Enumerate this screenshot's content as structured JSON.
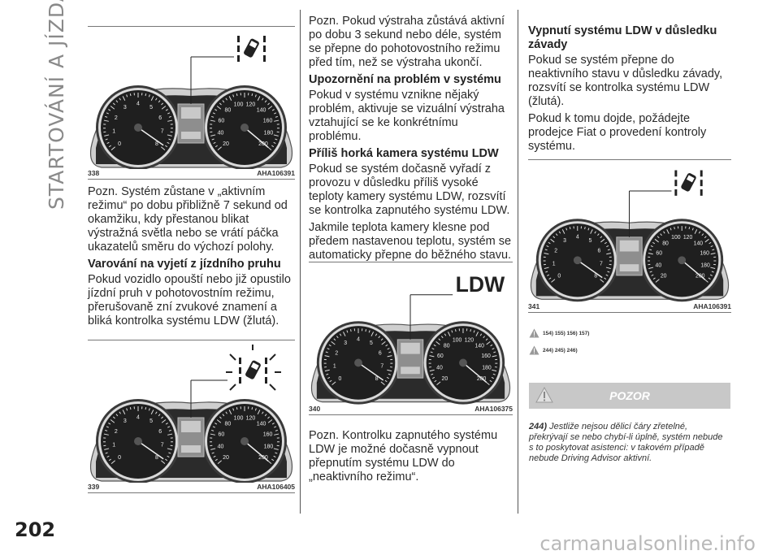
{
  "side_title": "STARTOVÁNÍ A JÍZDA",
  "page_number": "202",
  "watermark": "carmanualsonline.info",
  "figures": {
    "fig338": {
      "num": "338",
      "code": "AHA106391"
    },
    "fig339": {
      "num": "339",
      "code": "AHA106405"
    },
    "fig340": {
      "num": "340",
      "code": "AHA106375",
      "label": "LDW"
    },
    "fig341": {
      "num": "341",
      "code": "AHA106391"
    }
  },
  "col1": {
    "p1": "Pozn. Systém zůstane v „aktivním režimu“ po dobu přibližně 7 sekund od okamžiku, kdy přestanou blikat výstražná světla nebo se vrátí páčka ukazatelů směru do výchozí polohy.",
    "h1": "Varování na vyjetí z jízdního pruhu",
    "p2": "Pokud vozidlo opouští nebo již opustilo jízdní pruh v pohotovostním režimu, přerušovaně zní zvukové znamení a bliká kontrolka systému LDW (žlutá)."
  },
  "col2": {
    "p1": "Pozn. Pokud výstraha zůstává aktivní po dobu 3 sekund nebo déle, systém se přepne do pohotovostního režimu před tím, než se výstraha ukončí.",
    "h1": "Upozornění na problém v systému",
    "p2": "Pokud v systému vznikne nějaký problém, aktivuje se vizuální výstraha vztahující se ke konkrétnímu problému.",
    "h2": "Příliš horká kamera systému LDW",
    "p3": "Pokud se systém dočasně vyřadí z provozu v důsledku příliš vysoké teploty kamery systému LDW, rozsvítí se kontrolka zapnutého systému LDW.",
    "p4": "Jakmile teplota kamery klesne pod předem nastavenou teplotu, systém se automaticky přepne do běžného stavu.",
    "p5": "Pozn. Kontrolku zapnutého systému LDW je možné dočasně vypnout přepnutím systému LDW do „neaktivního režimu“."
  },
  "col3": {
    "h1": "Vypnutí systému LDW v důsledku závady",
    "p1": "Pokud se systém přepne do neaktivního stavu v důsledku závady, rozsvítí se kontrolka systému LDW (žlutá).",
    "p2": "Pokud k tomu dojde, požádejte prodejce Fiat o provedení kontroly systému.",
    "refs1": "154) 155) 156) 157)",
    "refs2": "244) 245) 246)",
    "pozor_title": "POZOR",
    "note_num": "244)",
    "note_text": "Jestliže nejsou dělicí čáry zřetelné, překrývají se nebo chybí-li úplně, systém nebude s to poskytovat asistenci: v takovém případě nebude Driving Advisor aktivní."
  }
}
